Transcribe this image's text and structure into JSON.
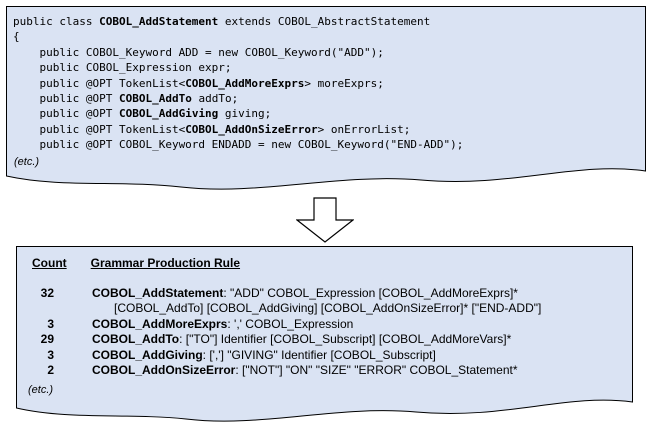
{
  "diagram": {
    "colors": {
      "panel_bg": "#dae3f3",
      "panel_border": "#000000",
      "arrow_fill": "#ffffff",
      "text": "#000000"
    }
  },
  "code_panel": {
    "lines": [
      [
        {
          "t": "public class "
        },
        {
          "t": "COBOL_AddStatement",
          "b": true
        },
        {
          "t": " extends COBOL_AbstractStatement"
        }
      ],
      [
        {
          "t": "{"
        }
      ],
      [
        {
          "t": "    public COBOL_Keyword ADD = new COBOL_Keyword(\"ADD\");"
        }
      ],
      [
        {
          "t": "    public COBOL_Expression expr;"
        }
      ],
      [
        {
          "t": "    public @OPT TokenList<"
        },
        {
          "t": "COBOL_AddMoreExprs",
          "b": true
        },
        {
          "t": "> moreExprs;"
        }
      ],
      [
        {
          "t": "    public @OPT "
        },
        {
          "t": "COBOL_AddTo",
          "b": true
        },
        {
          "t": " addTo;"
        }
      ],
      [
        {
          "t": "    public @OPT "
        },
        {
          "t": "COBOL_AddGiving",
          "b": true
        },
        {
          "t": " giving;"
        }
      ],
      [
        {
          "t": "    public @OPT TokenList<"
        },
        {
          "t": "COBOL_AddOnSizeError",
          "b": true
        },
        {
          "t": "> onErrorList;"
        }
      ],
      [
        {
          "t": "    public @OPT COBOL_Keyword ENDADD = new COBOL_Keyword(\"END-ADD\");"
        }
      ]
    ],
    "etc_label": "(etc.)"
  },
  "arrow": {
    "direction": "down"
  },
  "grammar_panel": {
    "headers": {
      "count": "Count",
      "rule": "Grammar Production Rule"
    },
    "rows": [
      {
        "count": "32",
        "segments": [
          {
            "t": "COBOL_AddStatement",
            "b": true
          },
          {
            "t": ": \"ADD\" COBOL_Expression [COBOL_AddMoreExprs]*"
          }
        ],
        "continuation": "[COBOL_AddTo] [COBOL_AddGiving] [COBOL_AddOnSizeError]* [\"END-ADD\"]"
      },
      {
        "count": "3",
        "segments": [
          {
            "t": "COBOL_AddMoreExprs",
            "b": true
          },
          {
            "t": ": ',' COBOL_Expression"
          }
        ]
      },
      {
        "count": "29",
        "segments": [
          {
            "t": "COBOL_AddTo",
            "b": true
          },
          {
            "t": ": [\"TO\"] Identifier [COBOL_Subscript] [COBOL_AddMoreVars]*"
          }
        ]
      },
      {
        "count": "3",
        "segments": [
          {
            "t": "COBOL_AddGiving",
            "b": true
          },
          {
            "t": ": [','] \"GIVING\" Identifier [COBOL_Subscript]"
          }
        ]
      },
      {
        "count": "2",
        "segments": [
          {
            "t": "COBOL_AddOnSizeError",
            "b": true
          },
          {
            "t": ": [\"NOT\"] \"ON\" \"SIZE\" \"ERROR\" COBOL_Statement*"
          }
        ]
      }
    ],
    "etc_label": "(etc.)"
  }
}
